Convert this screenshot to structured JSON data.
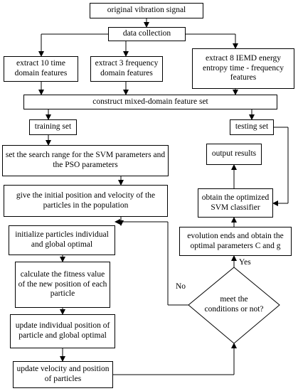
{
  "steps": {
    "original": "original vibration signal",
    "collection": "data collection",
    "time_features": "extract 10 time domain features",
    "freq_features": "extract 3 frequency domain features",
    "iemd_features": "extract 8 IEMD energy entropy time - frequency features",
    "mixed_set": "construct mixed-domain feature set",
    "training": "training set",
    "testing": "testing set",
    "search_range": "set the search range for the SVM parameters and the PSO parameters",
    "init_position": "give the initial position and velocity of the particles in the population",
    "init_optimal": "initialize particles individual and global optimal",
    "fitness": "calculate the fitness value  of the  new position of each particle",
    "update_optimal": "update  individual position of particle  and  global optimal",
    "update_velocity": "update velocity and position of particles",
    "condition": "meet the conditions or not?",
    "evolution_ends": "evolution ends and obtain the optimal parameters C and g",
    "obtain_svm": "obtain the optimized SVM classifier",
    "output": "output results"
  },
  "edge_labels": {
    "yes": "Yes",
    "no": "No"
  },
  "colors": {
    "line": "#000000",
    "box_fill": "#ffffff"
  }
}
